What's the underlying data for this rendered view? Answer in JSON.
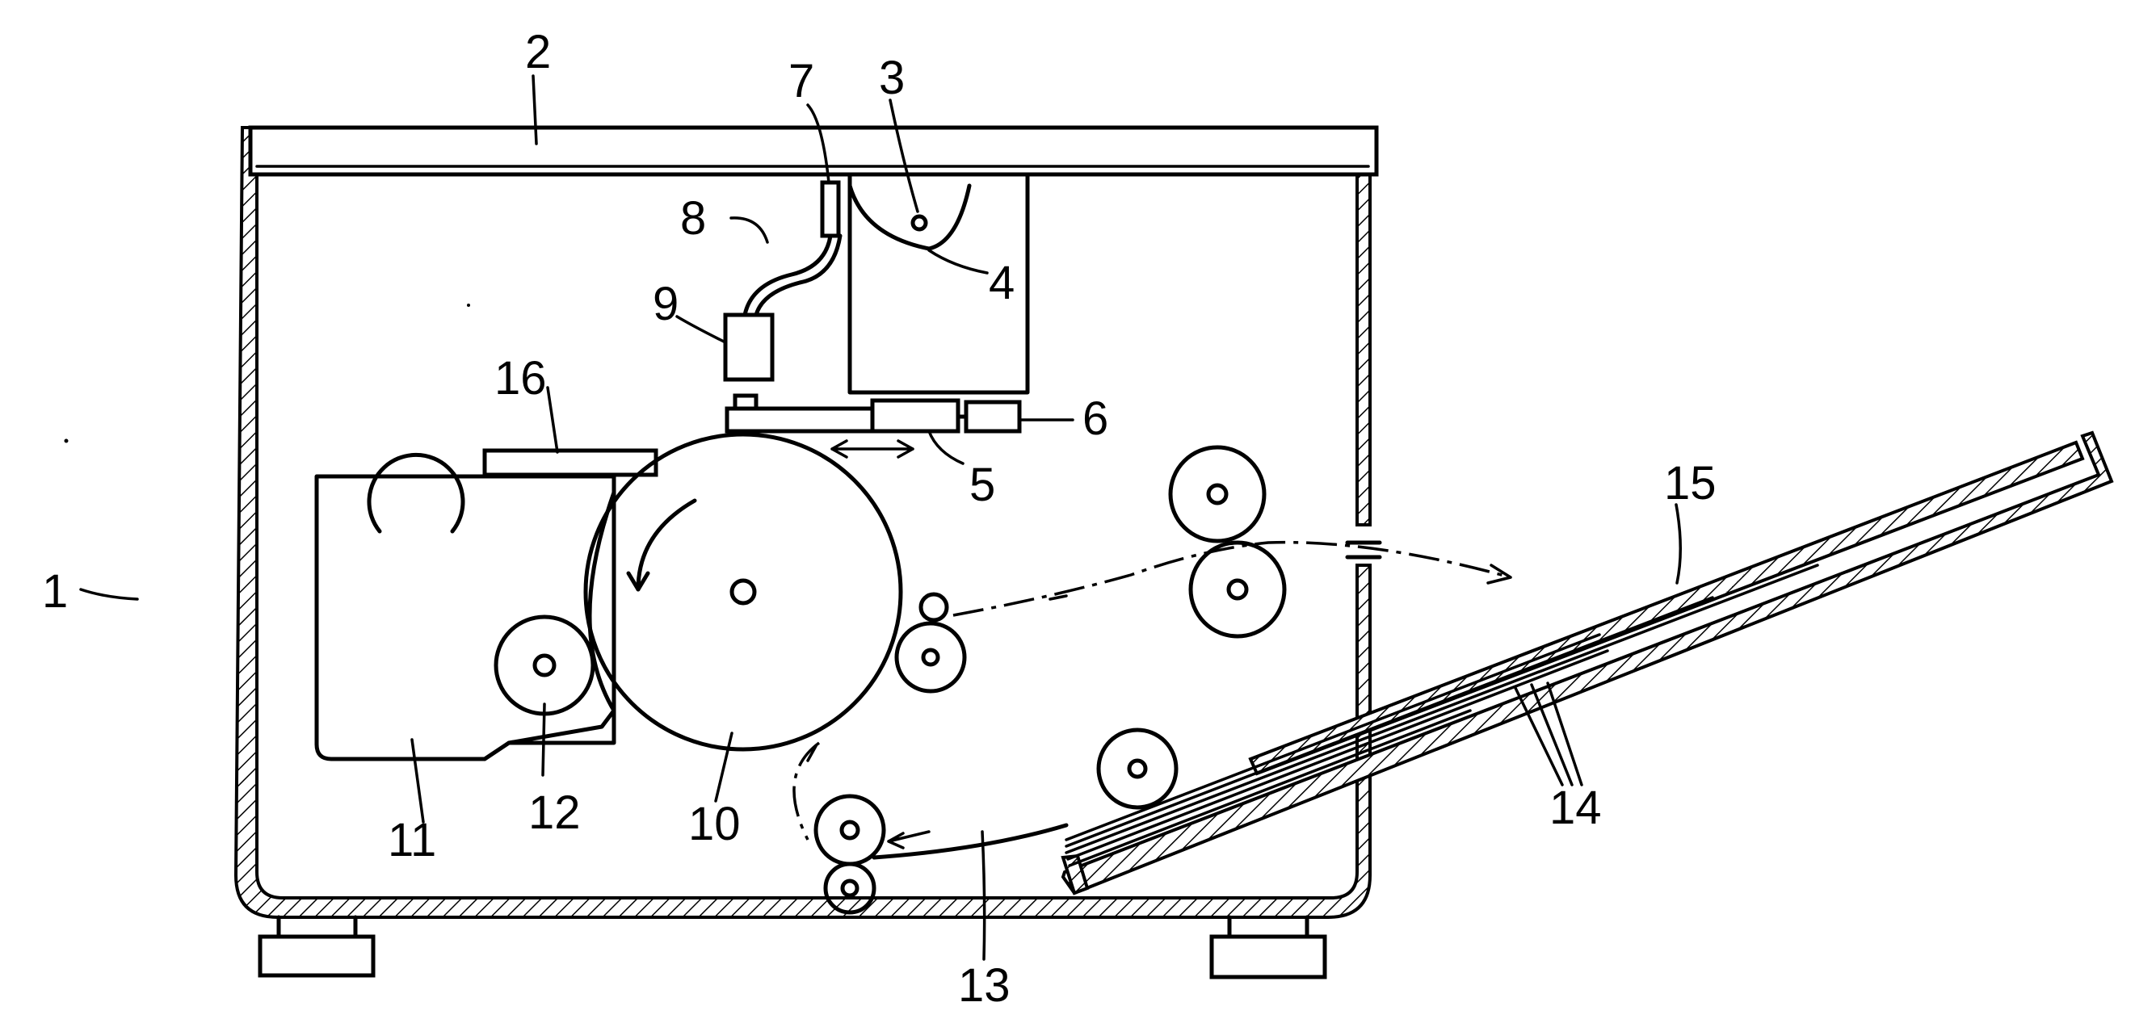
{
  "figure": {
    "labels": {
      "apparatus": "1",
      "cover": "2",
      "shaft": "3",
      "cam": "4",
      "cleaner": "5",
      "stopper": "6",
      "nozzle": "7",
      "tube": "8",
      "pump": "9",
      "drum": "10",
      "toner_unit": "11",
      "developing_roller": "12",
      "feed_path": "13",
      "sheets": "14",
      "tray": "15",
      "blade": "16"
    }
  }
}
